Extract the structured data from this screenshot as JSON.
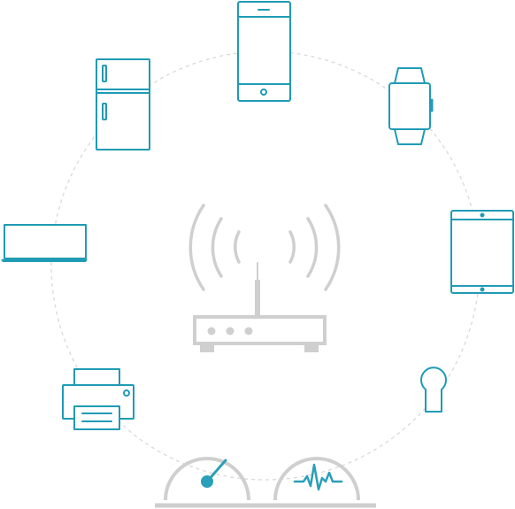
{
  "diagram": {
    "hub": {
      "name": "wifi-router",
      "icon": "router-icon"
    },
    "devices": [
      {
        "name": "smartphone",
        "icon": "smartphone-icon"
      },
      {
        "name": "smartwatch",
        "icon": "smartwatch-icon"
      },
      {
        "name": "tablet",
        "icon": "tablet-icon"
      },
      {
        "name": "smart-bulb",
        "icon": "lightbulb-icon"
      },
      {
        "name": "printer",
        "icon": "printer-icon"
      },
      {
        "name": "laptop",
        "icon": "laptop-icon"
      },
      {
        "name": "refrigerator",
        "icon": "refrigerator-icon"
      }
    ],
    "indicators": [
      {
        "name": "speed-gauge",
        "icon": "speedometer-icon"
      },
      {
        "name": "signal-monitor",
        "icon": "pulse-icon"
      }
    ]
  },
  "colors": {
    "device_stroke": "#1f9bb5",
    "device_fill": "#ffffff",
    "hub_gray": "#cfcfcf",
    "orbit_dash": "#d9d9d9",
    "accent": "#2a9fb8"
  }
}
